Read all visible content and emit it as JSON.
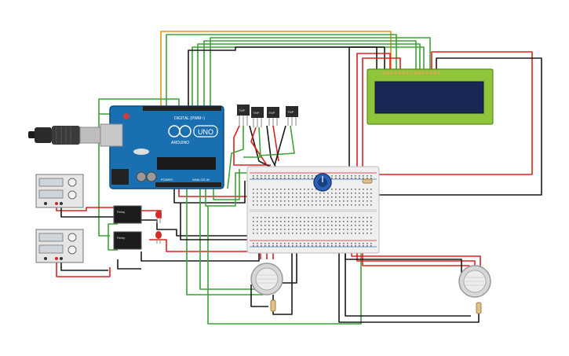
{
  "arduino": {
    "brand": "ARDUINO",
    "model": "UNO",
    "digital_label": "DIGITAL (PWM~)",
    "power_label": "POWER",
    "analog_label": "ANALOG IN",
    "icon": "arduino-uno-board-icon"
  },
  "sensors": {
    "temp_label": "TMP"
  },
  "relays": {
    "relay_label": "Relay"
  },
  "components": {
    "usb_cable": "usb-cable-icon",
    "breadboard": "breadboard-icon",
    "lcd": "lcd-16x2-icon",
    "potentiometer": "potentiometer-icon",
    "power_supply": "power-supply-icon",
    "gas_sensor": "gas-sensor-icon",
    "resistor": "resistor-icon",
    "led": "led-icon"
  },
  "colors": {
    "wire_red": "#e02020",
    "wire_green": "#3aa335",
    "wire_black": "#1a1a1a",
    "wire_orange": "#e8901a",
    "board_blue": "#1a6fb0",
    "lcd_green": "#8fc53a",
    "lcd_screen": "#1a2755"
  }
}
